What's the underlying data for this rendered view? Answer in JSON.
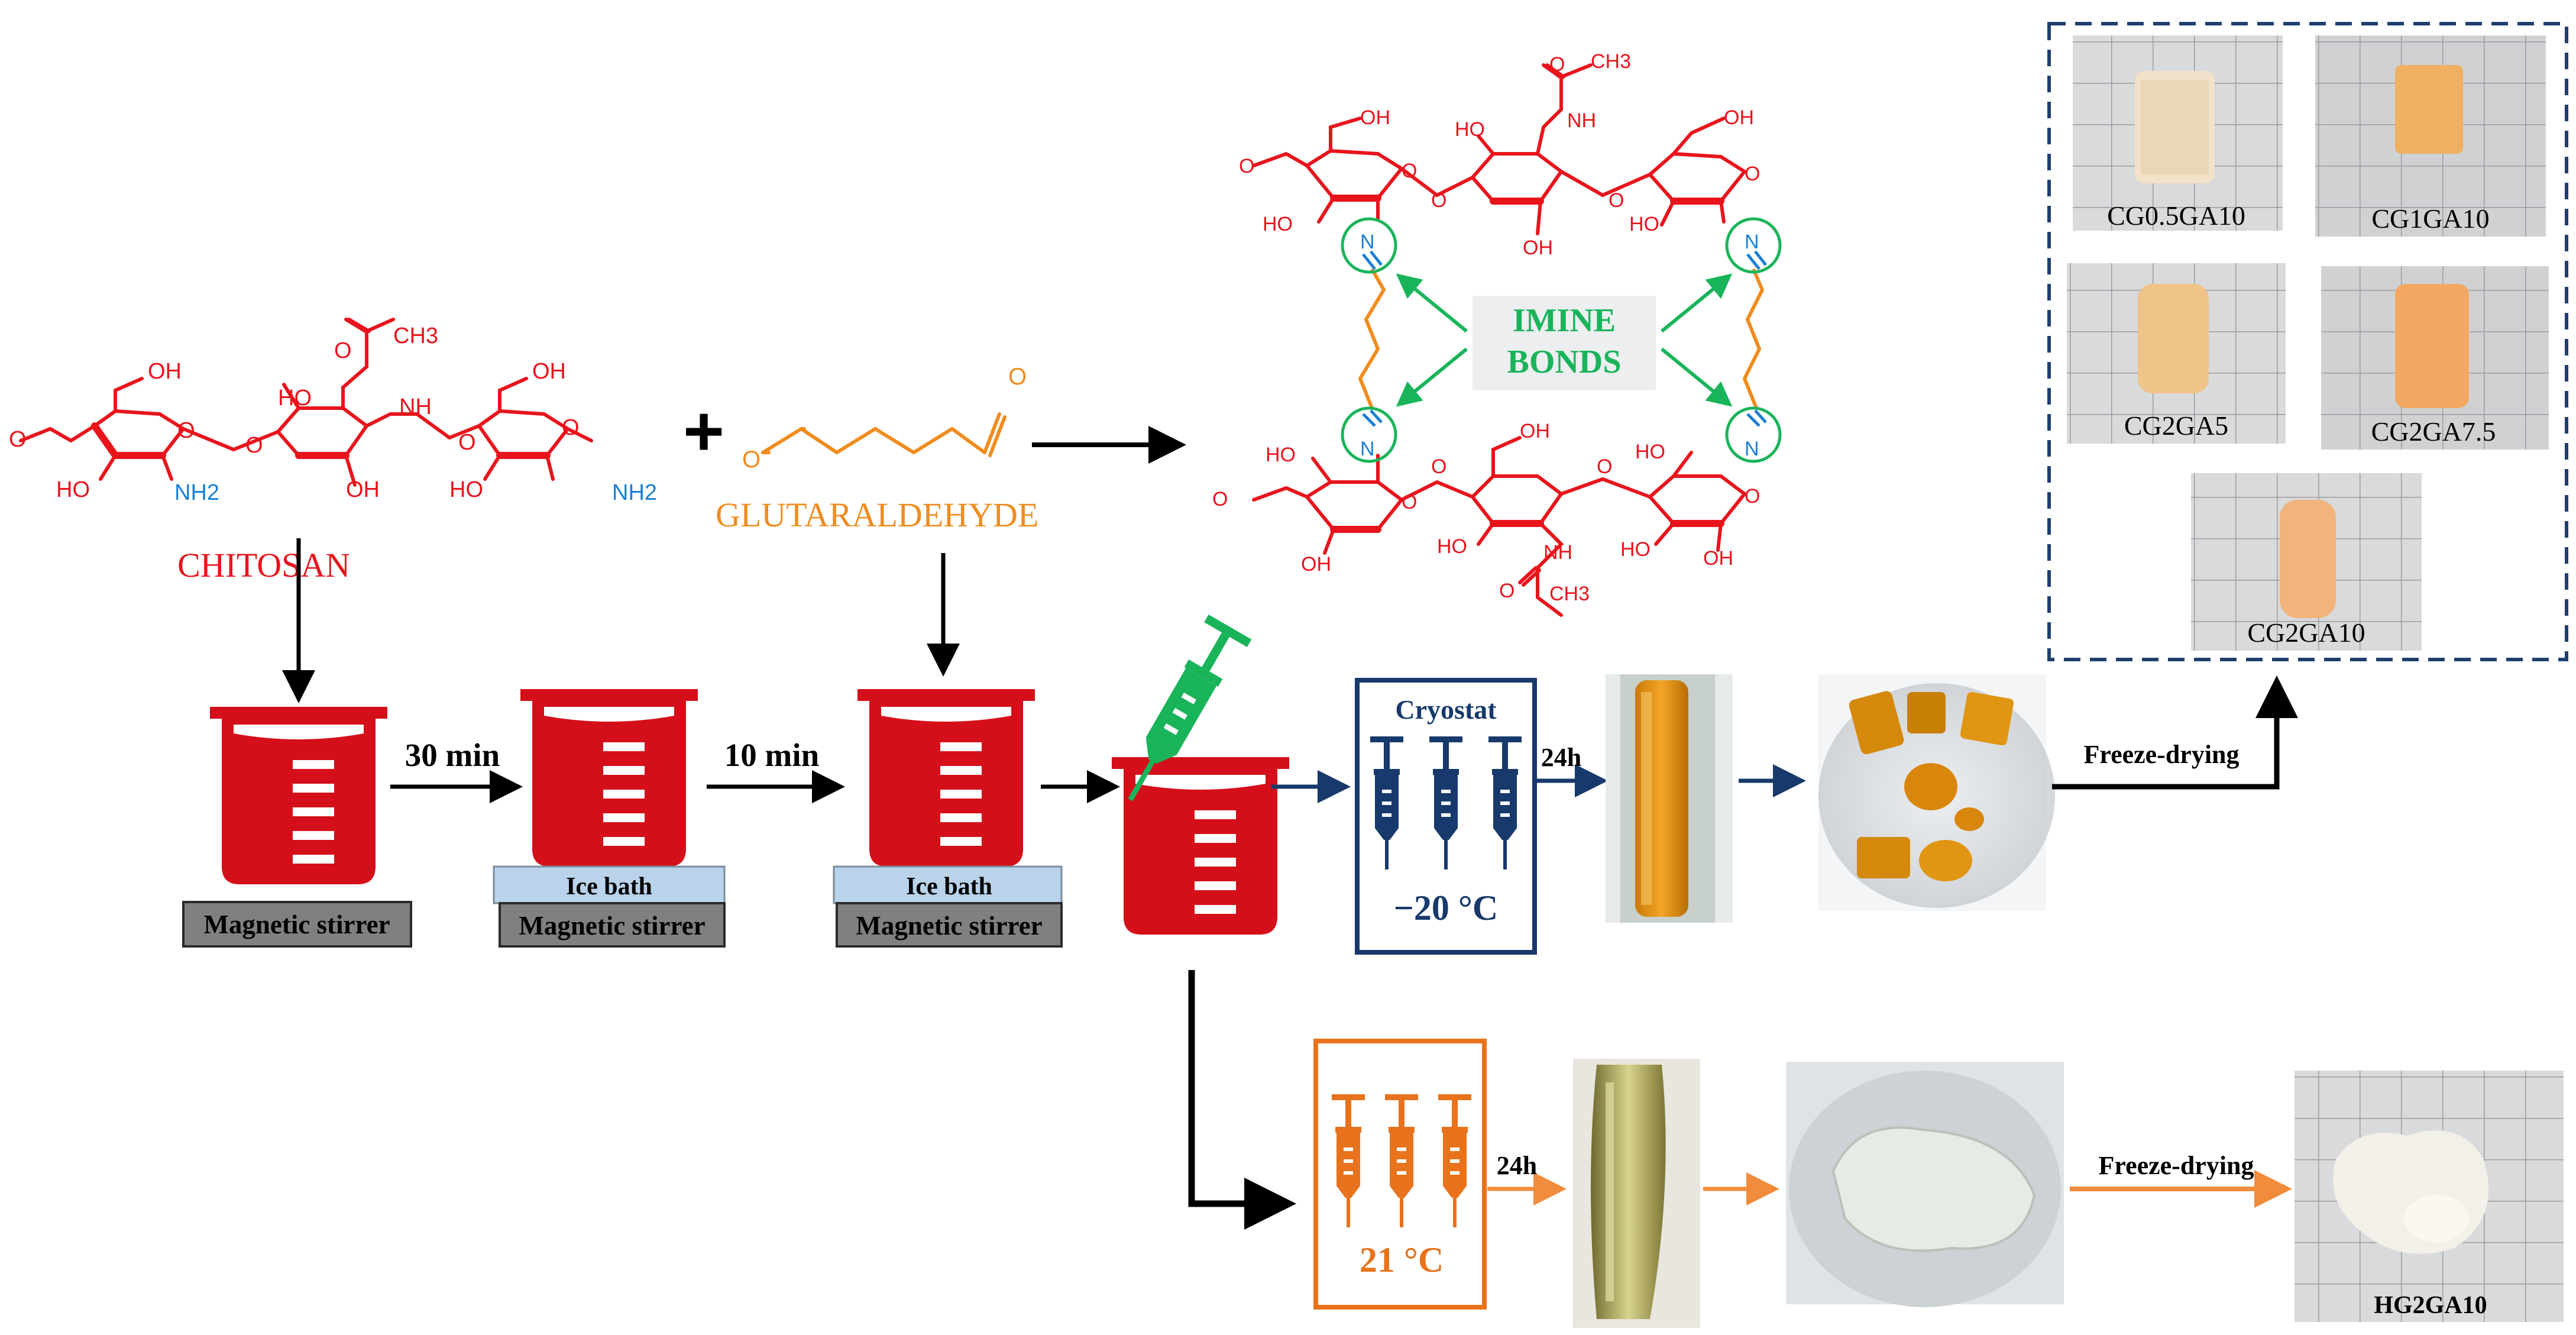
{
  "chem": {
    "chitosan": {
      "oh": "OH",
      "ho": "HO",
      "nh": "NH",
      "ch3": "CH3",
      "nh2": "NH2",
      "o": "O"
    },
    "glutaraldehyde": {
      "o": "O"
    },
    "network": {
      "oh": "OH",
      "ho": "HO",
      "nh": "NH",
      "ch3": "CH3",
      "o": "O",
      "n": "N"
    }
  },
  "labels": {
    "plus": "+",
    "chitosan": "CHITOSAN",
    "glutaraldehyde": "GLUTARALDEHYDE",
    "imine_line1": "IMINE",
    "imine_line2": "BONDS"
  },
  "process": {
    "time_1": "30 min",
    "time_2": "10 min",
    "magnetic_stirrer": "Magnetic stirrer",
    "ice_bath": "Ice bath",
    "cryostat": "Cryostat",
    "cryo_temp": "−20 °C",
    "room_temp": "21 °C",
    "incubation": "24h",
    "freeze_drying": "Freeze-drying"
  },
  "samples": [
    {
      "label": "CG0.5GA10"
    },
    {
      "label": "CG1GA10"
    },
    {
      "label": "CG2GA5"
    },
    {
      "label": "CG2GA7.5"
    },
    {
      "label": "CG2GA10"
    }
  ],
  "hydrogel_sample": {
    "label": "HG2GA10"
  },
  "colors": {
    "chitosan": "#e8141c",
    "glutaraldehyde": "#f08c1e",
    "imine": "#19b45a",
    "amine": "#1a7fd6",
    "cryo": "#17396b",
    "room": "#e8731c",
    "beaker": "#d40f1a"
  }
}
